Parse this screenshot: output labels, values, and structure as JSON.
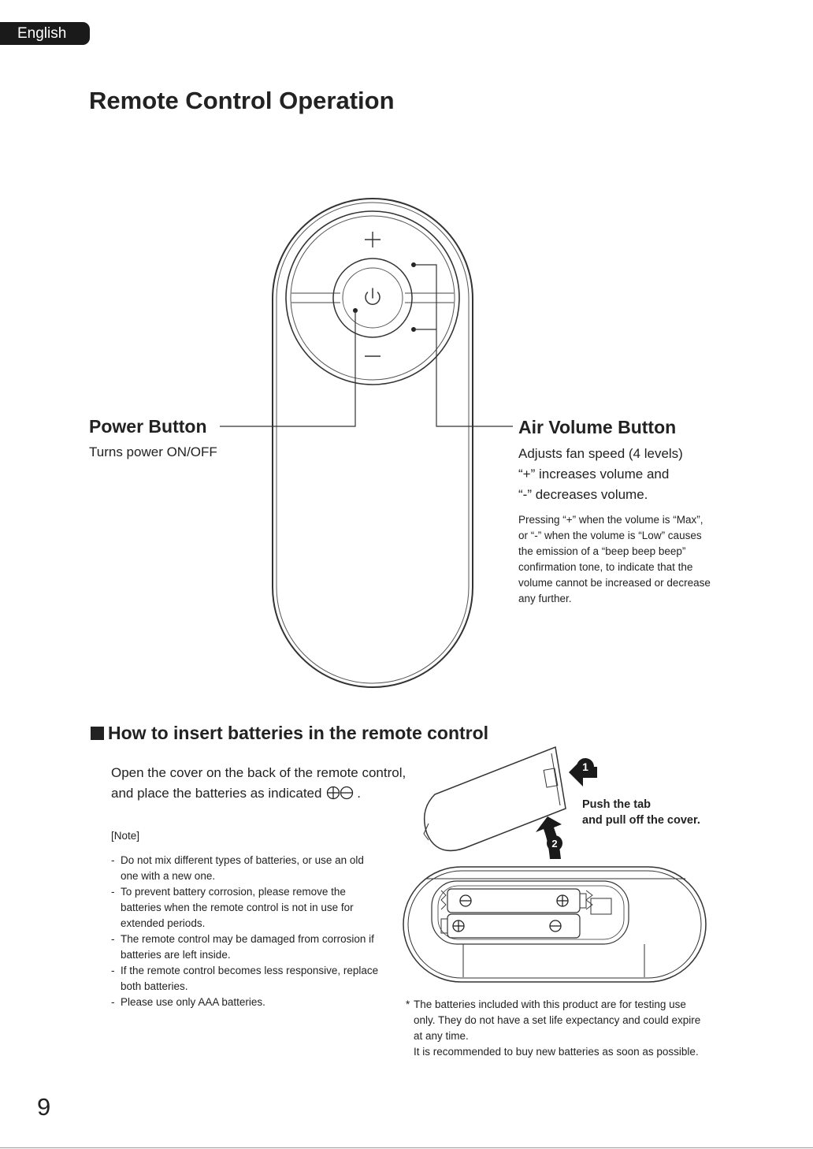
{
  "language_tab": "English",
  "page_title": "Remote Control Operation",
  "remote": {
    "plus_symbol": "+",
    "minus_symbol": "—"
  },
  "power_button": {
    "title": "Power Button",
    "description": "Turns power ON/OFF"
  },
  "air_volume_button": {
    "title": "Air Volume Button",
    "lines": [
      "Adjusts fan speed (4 levels)",
      "“+” increases volume and",
      "“-” decreases volume."
    ],
    "note_lines": [
      "Pressing “+” when the volume is “Max”,",
      "or “-” when the volume is “Low” causes",
      "the emission of a “beep beep beep”",
      "confirmation tone, to indicate that the",
      "volume cannot be increased or decrease",
      "any further."
    ]
  },
  "battery_section": {
    "title": "How to insert batteries in the remote control",
    "intro_line1": "Open the cover on the back of the remote control,",
    "intro_line2": "and place the batteries as indicated",
    "intro_end": ".",
    "note_heading": "[Note]",
    "notes": [
      "Do not mix different types of batteries, or use an old one with a new one.",
      "To prevent battery corrosion, please remove the batteries when the remote control is not in use for extended periods.",
      "The remote control may be damaged from corrosion if batteries are left inside.",
      "If the remote control becomes less responsive, replace both batteries.",
      "Please use only AAA batteries."
    ],
    "step1": "1",
    "step2": "2",
    "push_line1": "Push the tab",
    "push_line2": "and pull off the cover.",
    "footnote_star": "*",
    "footnote_lines": [
      "The batteries included with this product are for testing use",
      "only. They do not have a set life expectancy and could expire",
      "at any time.",
      "It is recommended to buy new batteries as soon as possible."
    ]
  },
  "page_number": "9"
}
